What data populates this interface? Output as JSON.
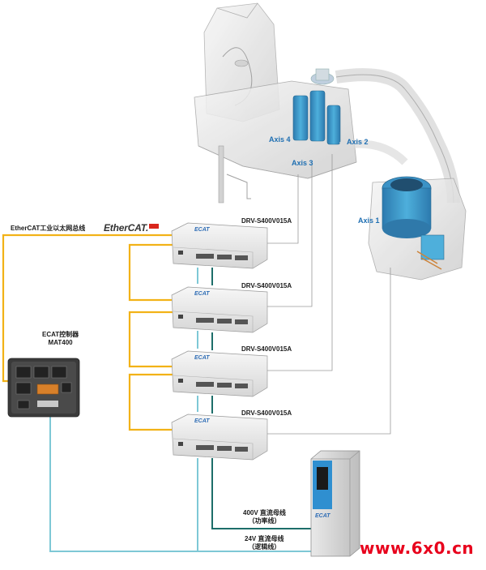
{
  "bus_label": "EtherCAT工业以太网总线",
  "ethercat_logo": {
    "text_main": "Ether",
    "text_accent": "CAT."
  },
  "controller": {
    "line1": "ECAT控制器",
    "line2": "MAT400"
  },
  "drives": [
    {
      "model": "DRV-S400V015A",
      "brand": "ECAT"
    },
    {
      "model": "DRV-S400V015A",
      "brand": "ECAT"
    },
    {
      "model": "DRV-S400V015A",
      "brand": "ECAT"
    },
    {
      "model": "DRV-S400V015A",
      "brand": "ECAT"
    }
  ],
  "axes": {
    "axis1": "Axis 1",
    "axis2": "Axis 2",
    "axis3": "Axis 3",
    "axis4": "Axis 4"
  },
  "power_bus": {
    "line1": "400V 直流母线",
    "line2": "（功率线）"
  },
  "logic_bus": {
    "line1": "24V 直流母线",
    "line2": "（逻辑线）"
  },
  "power_supply_brand": "ECAT",
  "watermark": "www.6x0.cn",
  "colors": {
    "ethercat": "#f2b217",
    "logic": "#7ec8d6",
    "power": "#1d6e6a",
    "signal": "#9a9a9a",
    "axis_blue": "#1f6fb2",
    "brand_blue": "#2f6db5"
  }
}
